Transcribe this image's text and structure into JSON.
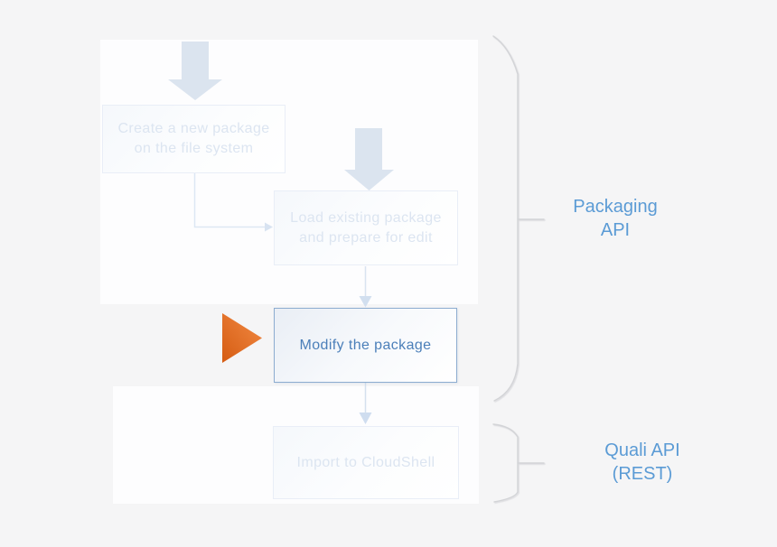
{
  "colors": {
    "background": "#f5f5f6",
    "panel": "#fdfdfe",
    "accent_blue": "#5b9bd5",
    "active_step_border": "#8cacd0",
    "active_step_text": "#4b7fb9",
    "faded_step_text": "#dce5f1",
    "faded_step_border": "#e9eef7",
    "big_arrow": "#dbe4ef",
    "connector": "#d7e2f0",
    "pointer_orange_dark": "#d55c12",
    "pointer_orange_light": "#f28a44",
    "brace_gray": "#d3d4d7"
  },
  "diagram": {
    "steps": [
      {
        "label": "Create a new package\non the file system",
        "state": "faded"
      },
      {
        "label": "Load existing package\nand prepare for edit",
        "state": "faded"
      },
      {
        "label": "Modify the package",
        "state": "current"
      },
      {
        "label": "Import to CloudShell",
        "state": "faded"
      }
    ],
    "group_labels": [
      {
        "label": "Packaging\nAPI"
      },
      {
        "label": "Quali API\n(REST)"
      }
    ]
  }
}
